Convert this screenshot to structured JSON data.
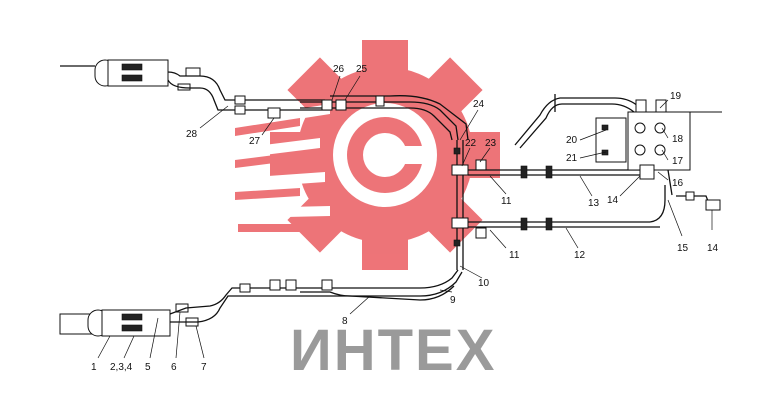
{
  "watermark": {
    "text": "ИНТЕХ",
    "color": "#e8464b"
  },
  "callouts": [
    {
      "id": "c1",
      "text": "1"
    },
    {
      "id": "c234",
      "text": "2,3,4"
    },
    {
      "id": "c5",
      "text": "5"
    },
    {
      "id": "c6",
      "text": "6"
    },
    {
      "id": "c7",
      "text": "7"
    },
    {
      "id": "c8",
      "text": "8"
    },
    {
      "id": "c9",
      "text": "9"
    },
    {
      "id": "c10",
      "text": "10"
    },
    {
      "id": "c11a",
      "text": "11"
    },
    {
      "id": "c11b",
      "text": "11"
    },
    {
      "id": "c12",
      "text": "12"
    },
    {
      "id": "c13",
      "text": "13"
    },
    {
      "id": "c14a",
      "text": "14"
    },
    {
      "id": "c14b",
      "text": "14"
    },
    {
      "id": "c15",
      "text": "15"
    },
    {
      "id": "c16",
      "text": "16"
    },
    {
      "id": "c17",
      "text": "17"
    },
    {
      "id": "c18",
      "text": "18"
    },
    {
      "id": "c19",
      "text": "19"
    },
    {
      "id": "c20",
      "text": "20"
    },
    {
      "id": "c21",
      "text": "21"
    },
    {
      "id": "c22",
      "text": "22"
    },
    {
      "id": "c23",
      "text": "23"
    },
    {
      "id": "c24",
      "text": "24"
    },
    {
      "id": "c25",
      "text": "25"
    },
    {
      "id": "c26",
      "text": "26"
    },
    {
      "id": "c27",
      "text": "27"
    },
    {
      "id": "c28",
      "text": "28"
    }
  ]
}
